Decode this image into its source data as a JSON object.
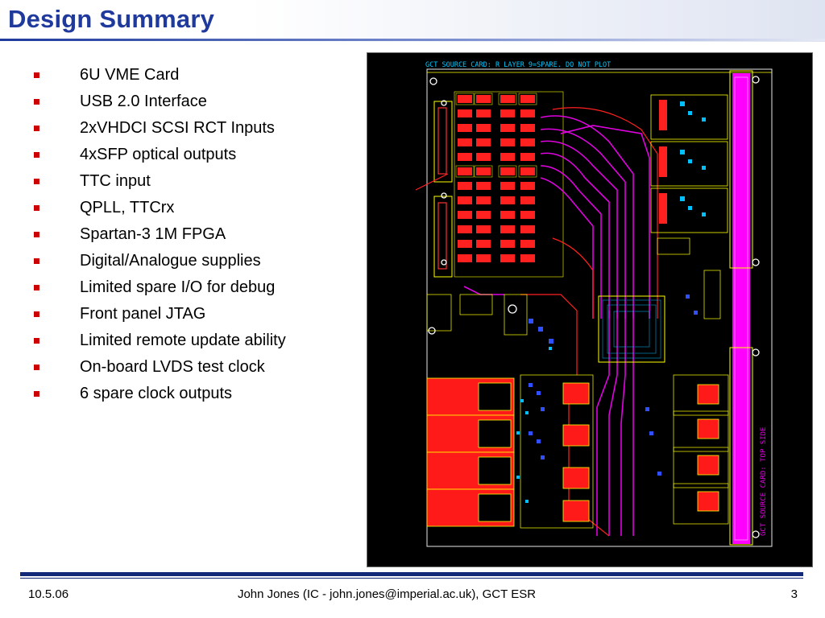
{
  "slide": {
    "title": "Design Summary",
    "bullets": [
      "6U VME Card",
      "USB 2.0 Interface",
      "2xVHDCI SCSI RCT Inputs",
      "4xSFP optical outputs",
      "TTC input",
      "QPLL, TTCrx",
      "Spartan-3 1M FPGA",
      "Digital/Analogue supplies",
      "Limited spare I/O for debug",
      "Front panel JTAG",
      "Limited remote update ability",
      "On-board LVDS test clock",
      "6 spare clock outputs"
    ],
    "bullet_color": "#cc0000",
    "title_color": "#1f3a9c"
  },
  "pcb_image": {
    "header_text": "GCT SOURCE CARD: R LAYER 9=SPARE. DO NOT PLOT",
    "side_text": "GCT SOURCE CARD: TOP SIDE",
    "background_color": "#000000",
    "trace_colors": [
      "#ff0000",
      "#ff00ff",
      "#ffff00",
      "#00c0ff",
      "#0000ff"
    ]
  },
  "footer": {
    "date": "10.5.06",
    "author": "John Jones (IC - john.jones@imperial.ac.uk), GCT ESR",
    "page": "3"
  }
}
